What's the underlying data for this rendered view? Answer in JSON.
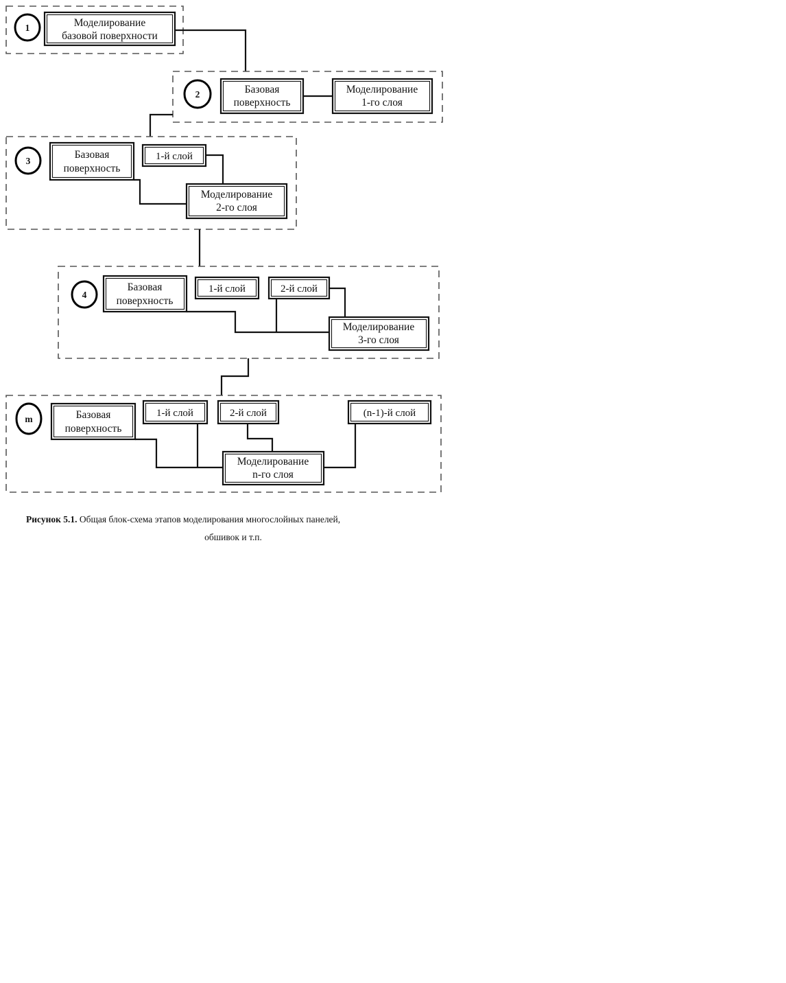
{
  "figure": {
    "caption_bold": "Рисунок 5.1.",
    "caption_line1": " Общая блок-схема этапов моделирования многослойных панелей,",
    "caption_line2": "обшивок и т.п."
  },
  "colors": {
    "stroke": "#111111",
    "dashed_frame": "#555555",
    "background": "#ffffff"
  },
  "stages": [
    {
      "marker": "1",
      "nodes": [
        {
          "name": "modeling-base-surface",
          "line1": "Моделирование",
          "line2": "базовой поверхности"
        }
      ]
    },
    {
      "marker": "2",
      "nodes": [
        {
          "name": "base-surface",
          "line1": "Базовая",
          "line2": "поверхность"
        },
        {
          "name": "modeling-layer-1",
          "line1": "Моделирование",
          "line2": "1-го слоя"
        }
      ]
    },
    {
      "marker": "3",
      "nodes": [
        {
          "name": "base-surface",
          "line1": "Базовая",
          "line2": "поверхность"
        },
        {
          "name": "layer-1",
          "line1": "1-й слой",
          "line2": ""
        },
        {
          "name": "modeling-layer-2",
          "line1": "Моделирование",
          "line2": "2-го слоя"
        }
      ]
    },
    {
      "marker": "4",
      "nodes": [
        {
          "name": "base-surface",
          "line1": "Базовая",
          "line2": "поверхность"
        },
        {
          "name": "layer-1",
          "line1": "1-й слой",
          "line2": ""
        },
        {
          "name": "layer-2",
          "line1": "2-й слой",
          "line2": ""
        },
        {
          "name": "modeling-layer-3",
          "line1": "Моделирование",
          "line2": "3-го слоя"
        }
      ]
    },
    {
      "marker": "m",
      "nodes": [
        {
          "name": "base-surface",
          "line1": "Базовая",
          "line2": "поверхность"
        },
        {
          "name": "layer-1",
          "line1": "1-й слой",
          "line2": ""
        },
        {
          "name": "layer-2",
          "line1": "2-й слой",
          "line2": ""
        },
        {
          "name": "layer-n-minus-1",
          "line1": "(n-1)-й слой",
          "line2": ""
        },
        {
          "name": "modeling-layer-n",
          "line1": "Моделирование",
          "line2": "n-го слоя"
        }
      ]
    }
  ],
  "chart_data": {
    "type": "diagram",
    "title": "Общая блок-схема этапов моделирования многослойных панелей, обшивок и т.п.",
    "stage_count": 5,
    "stage_labels": [
      "1",
      "2",
      "3",
      "4",
      "m"
    ],
    "flow": [
      {
        "from": "stage-1",
        "to": "stage-2"
      },
      {
        "from": "stage-2",
        "to": "stage-3"
      },
      {
        "from": "stage-3",
        "to": "stage-4"
      },
      {
        "from": "stage-4",
        "to": "stage-m"
      }
    ]
  }
}
